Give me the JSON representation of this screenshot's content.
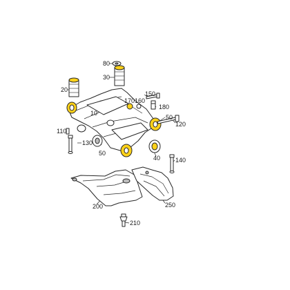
{
  "diagram": {
    "colors": {
      "line": "#262626",
      "fill": "#ffffff",
      "accent": "#ffd21a",
      "shade": "#bdbdbd"
    },
    "labels": {
      "p10": "10",
      "p20": "20",
      "p30": "30",
      "p40": "40",
      "p50a": "50",
      "p50b": "50",
      "p80": "80",
      "p110": "110",
      "p120": "120",
      "p130": "130",
      "p140": "140",
      "p150": "150",
      "p160": "160",
      "p170": "170",
      "p180": "180",
      "p200": "200",
      "p210": "210",
      "p250": "250"
    }
  }
}
